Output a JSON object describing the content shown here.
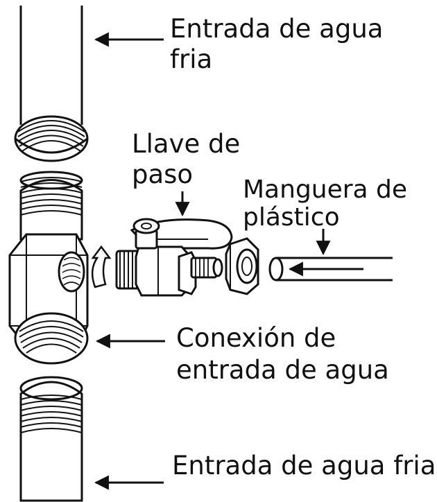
{
  "labels": {
    "cold_water_inlet_top": [
      "Entrada de agua",
      "fria"
    ],
    "shutoff_valve": [
      "Llave de",
      "paso"
    ],
    "plastic_hose": [
      "Manguera de",
      "plástico"
    ],
    "inlet_connection": [
      "Conexión de",
      "entrada de agua"
    ],
    "cold_water_inlet_bottom": "Entrada de agua fria"
  },
  "colors": {
    "line": "#111111",
    "background": "#ffffff"
  }
}
